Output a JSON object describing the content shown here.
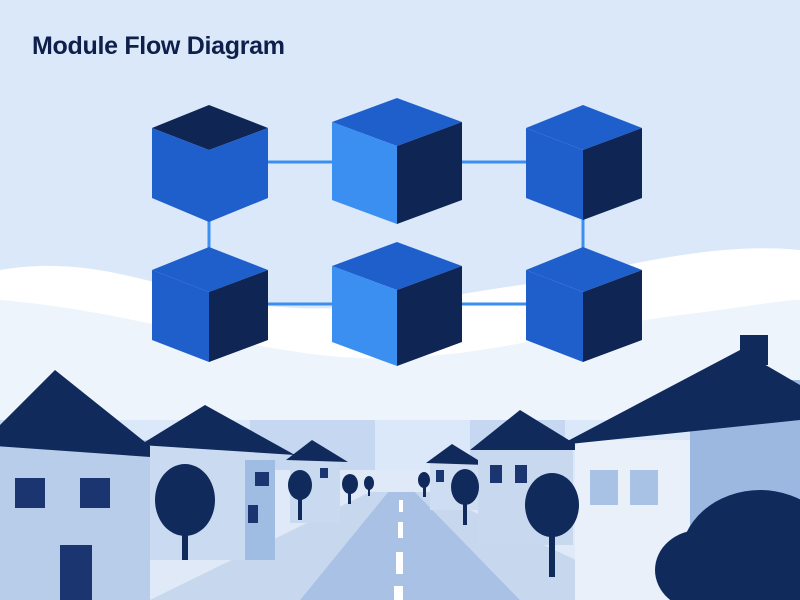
{
  "title": "Module Flow Diagram",
  "colors": {
    "sky": "#dbe8f9",
    "cube_light": "#3a8ff0",
    "cube_mid": "#1f5fcc",
    "cube_dark": "#0f2553",
    "connector": "#3b8ff0",
    "house_dark": "#102a5c",
    "house_wall": "#bcd3ef",
    "road": "#9fb9e0"
  },
  "diagram": {
    "nodes": [
      {
        "id": "module-1",
        "row": 1,
        "col": 1
      },
      {
        "id": "module-2",
        "row": 1,
        "col": 2
      },
      {
        "id": "module-3",
        "row": 1,
        "col": 3
      },
      {
        "id": "module-4",
        "row": 2,
        "col": 1
      },
      {
        "id": "module-5",
        "row": 2,
        "col": 2
      },
      {
        "id": "module-6",
        "row": 2,
        "col": 3
      }
    ],
    "edges": [
      {
        "from": "module-1",
        "to": "module-2"
      },
      {
        "from": "module-2",
        "to": "module-3"
      },
      {
        "from": "module-1",
        "to": "module-4"
      },
      {
        "from": "module-3",
        "to": "module-6"
      },
      {
        "from": "module-4",
        "to": "module-5"
      },
      {
        "from": "module-5",
        "to": "module-6"
      }
    ]
  },
  "background": {
    "scene": "street-illustration",
    "trees": 8,
    "houses": 6
  }
}
